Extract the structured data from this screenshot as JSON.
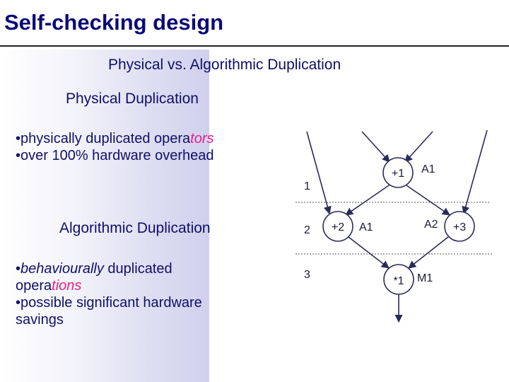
{
  "title": "Self-checking design",
  "subtitle": "Physical vs. Algorithmic Duplication",
  "physical": {
    "heading": "Physical Duplication",
    "bullet1": {
      "dot": "•physically duplicated opera",
      "accent": "tors"
    },
    "bullet2": "•over 100% hardware overhead"
  },
  "algorithmic": {
    "heading": "Algorithmic Duplication",
    "bullet1_a": "•",
    "bullet1_b": "behaviourally",
    "bullet1_c": " duplicated",
    "bullet1_d": "opera",
    "bullet1_e": "tions",
    "bullet2_a": "•possible significant hardware",
    "bullet2_b": "savings"
  },
  "diagram": {
    "steps": [
      "1",
      "2",
      "3"
    ],
    "nodes": {
      "n1": "+1",
      "n2": "+2",
      "n3": "+3",
      "n4": "*1"
    },
    "labels": {
      "a1_top": "A1",
      "a1_mid": "A1",
      "a2": "A2",
      "m1": "M1"
    }
  },
  "colors": {
    "title": "#0a0a78",
    "text": "#10106a",
    "accent": "#e8208a",
    "diagram": "#2b2b5a"
  }
}
